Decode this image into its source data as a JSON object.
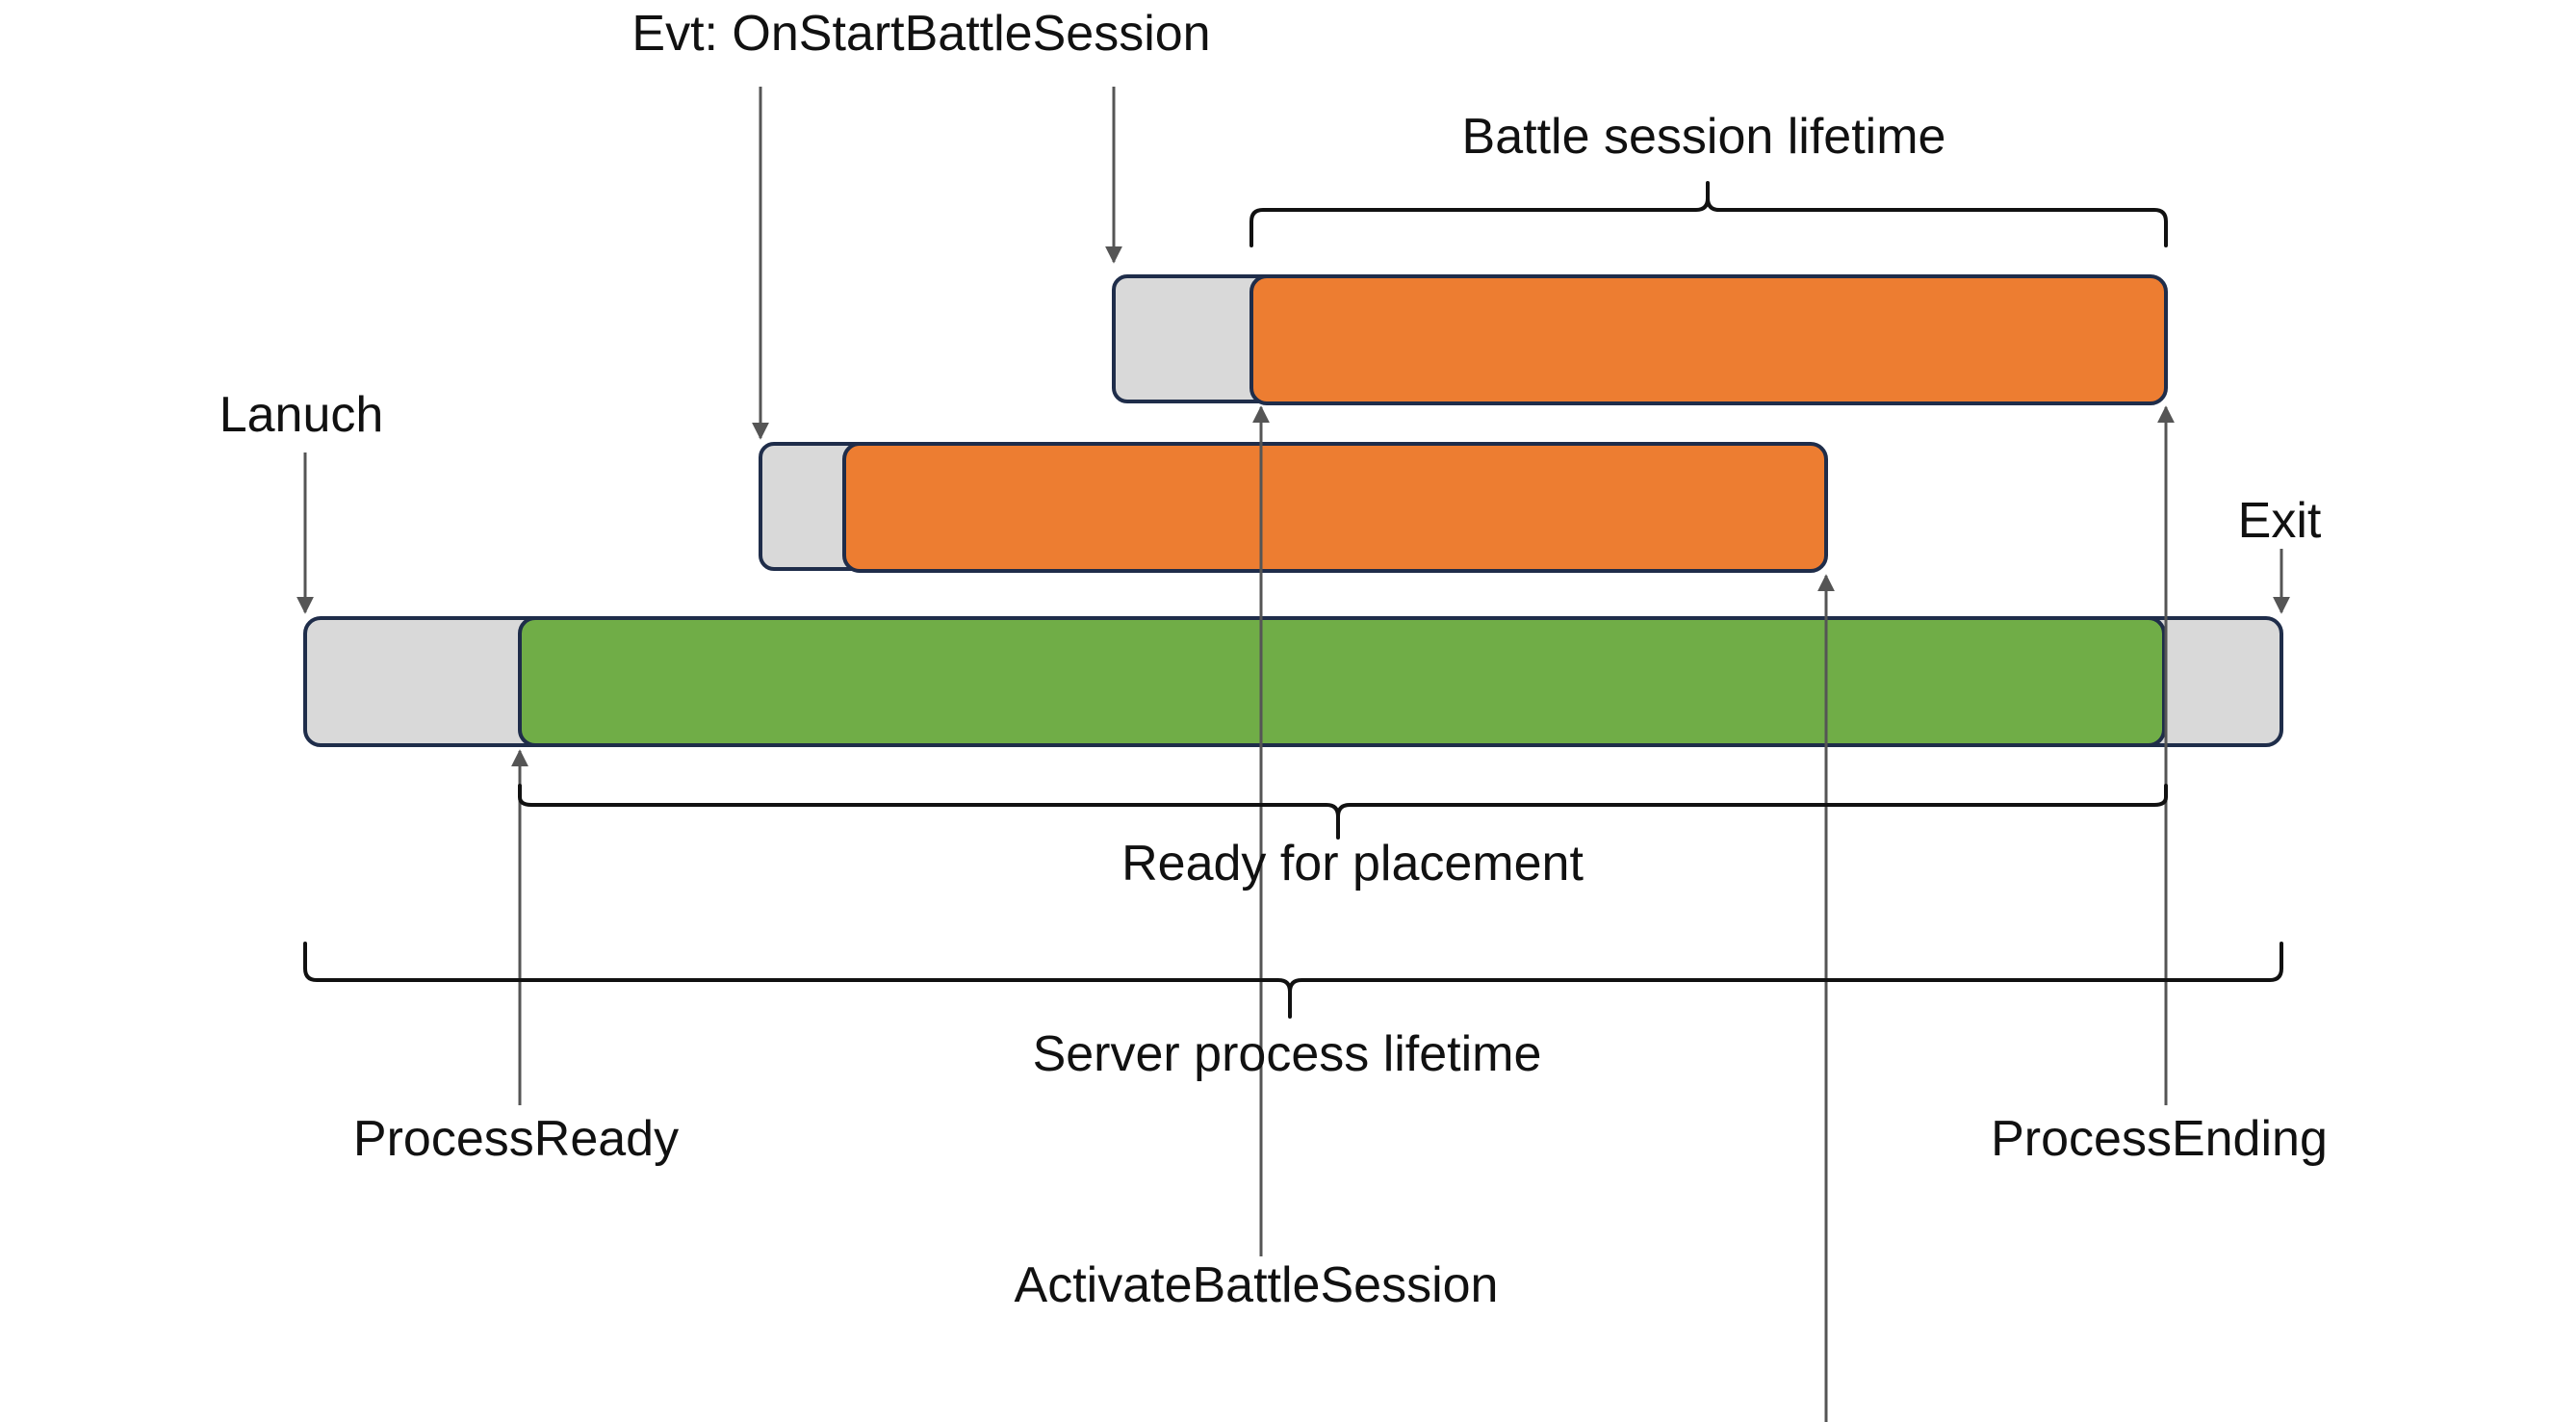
{
  "colors": {
    "bar_stroke": "#1f2d4a",
    "idle_fill": "#d9d9d9",
    "active_fill": "#70ad47",
    "session_fill": "#ed7d31",
    "arrow_line": "#555555",
    "bracket_line": "#111111",
    "text": "#111111"
  },
  "labels": {
    "evt_on_start": "Evt: OnStartBattleSession",
    "battle_session_lifetime": "Battle session lifetime",
    "launch": "Lanuch",
    "exit": "Exit",
    "ready_for_placement": "Ready for placement",
    "server_process_lifetime": "Server process lifetime",
    "process_ready": "ProcessReady",
    "process_ending": "ProcessEnding",
    "activate_battle_session": "ActivateBattleSession"
  }
}
